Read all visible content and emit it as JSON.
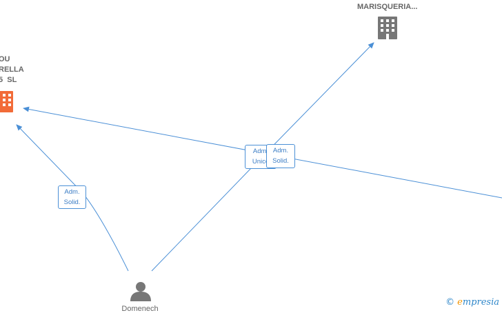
{
  "nodes": {
    "company_left": {
      "label": "OU\nRELLA\n5  SL",
      "color": "#f26b38",
      "icon": "building-icon"
    },
    "company_top": {
      "label": "MARISQUERIA...",
      "color": "#777777",
      "icon": "building-icon"
    },
    "person": {
      "label": "Domenech",
      "color": "#777777",
      "icon": "person-icon"
    }
  },
  "relations": [
    {
      "id": "rel-left",
      "label": "Adm.\nSolid."
    },
    {
      "id": "rel-center-back",
      "label": "Adm.\nUnico"
    },
    {
      "id": "rel-center-front",
      "label": "Adm.\nSolid."
    }
  ],
  "colors": {
    "edge": "#4a8fd6",
    "accent": "#f26b38",
    "icon_gray": "#777777"
  },
  "watermark": {
    "copyright": "©",
    "brand_e": "e",
    "brand_rest": "mpresia"
  }
}
